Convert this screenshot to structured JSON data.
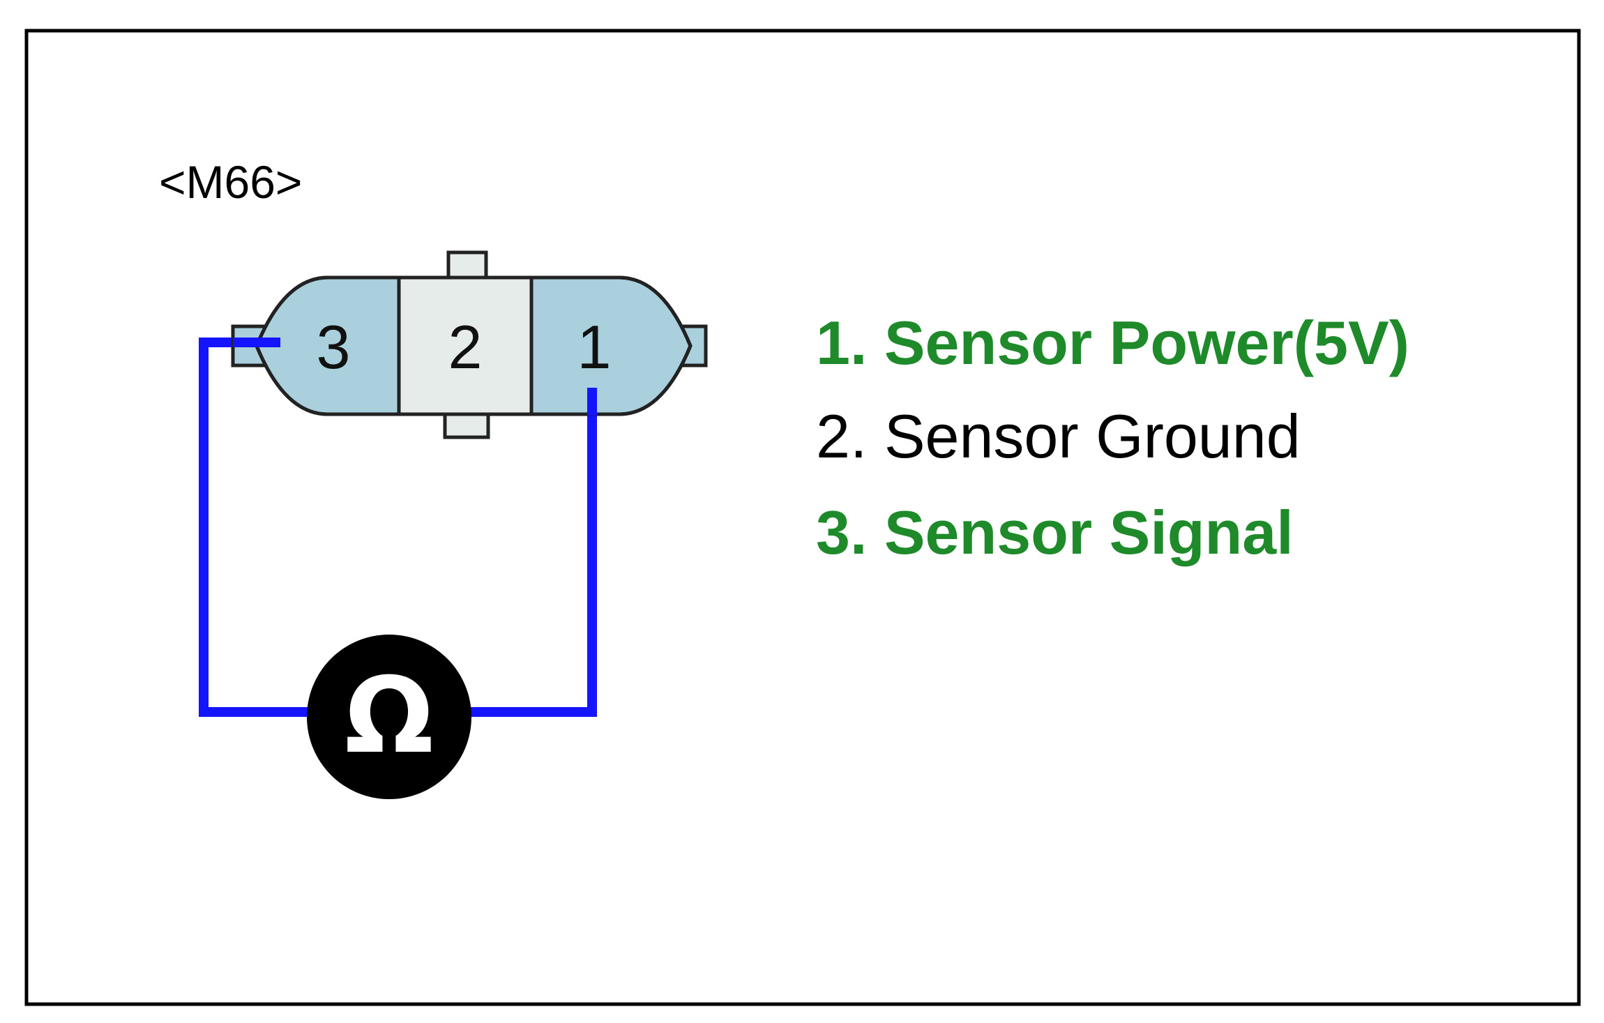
{
  "connector": {
    "id_label": "<M66>",
    "pins": [
      {
        "number": "3",
        "fill": "#a9d0dc"
      },
      {
        "number": "2",
        "fill": "#e6ecea"
      },
      {
        "number": "1",
        "fill": "#a9d0dc"
      }
    ]
  },
  "meter": {
    "symbol": "Ω",
    "icon": "ohmmeter-icon"
  },
  "legend": [
    {
      "text": "1. Sensor Power(5V)",
      "color": "#1e8a2a",
      "highlight": true
    },
    {
      "text": "2. Sensor Ground",
      "color": "#000000",
      "highlight": false
    },
    {
      "text": "3. Sensor Signal",
      "color": "#1e8a2a",
      "highlight": true
    }
  ],
  "colors": {
    "wire": "#1414ff",
    "frame": "#000000",
    "connector_outline": "#222222",
    "meter_body": "#000000"
  }
}
